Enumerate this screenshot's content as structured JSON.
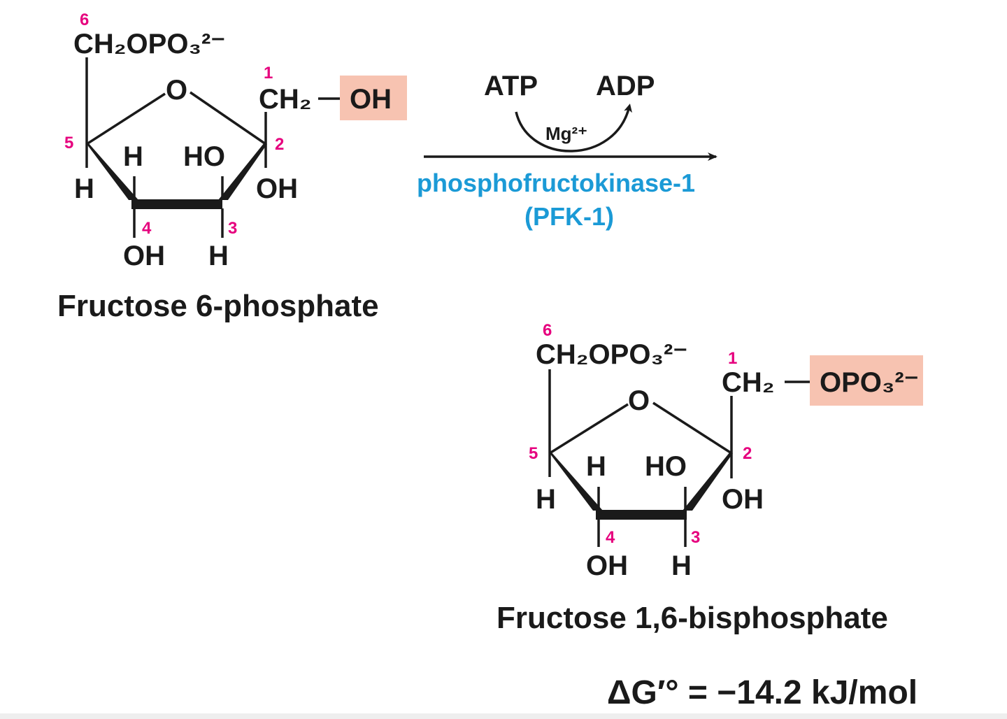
{
  "colors": {
    "carbon_numbers": "#e6007e",
    "enzyme": "#1b9ad6",
    "highlight": "#f7c3b1",
    "ink": "#1a1a1a"
  },
  "substrate": {
    "name": "Fructose 6-phosphate",
    "c6_group": "CH₂OPO₃²⁻",
    "c1_group": "CH₂",
    "highlight_group": "OH",
    "ring_o": "O",
    "left_h": "H",
    "inner_h": "H",
    "inner_ho": "HO",
    "c2_oh": "OH",
    "c4_oh": "OH",
    "c3_h": "H",
    "numbers": [
      "6",
      "1",
      "5",
      "2",
      "4",
      "3"
    ]
  },
  "product": {
    "name": "Fructose 1,6-bisphosphate",
    "c6_group": "CH₂OPO₃²⁻",
    "c1_group": "CH₂",
    "highlight_group": "OPO₃²⁻",
    "ring_o": "O",
    "left_h": "H",
    "inner_h": "H",
    "inner_ho": "HO",
    "c2_oh": "OH",
    "c4_oh": "OH",
    "c3_h": "H",
    "numbers": [
      "6",
      "1",
      "5",
      "2",
      "4",
      "3"
    ]
  },
  "reaction": {
    "cofactor_in": "ATP",
    "cofactor_out": "ADP",
    "metal_ion": "Mg²⁺",
    "enzyme_name": "phosphofructokinase-1",
    "enzyme_abbrev": "(PFK-1)"
  },
  "thermo": {
    "delta_g": "ΔG′° = −14.2 kJ/mol"
  }
}
